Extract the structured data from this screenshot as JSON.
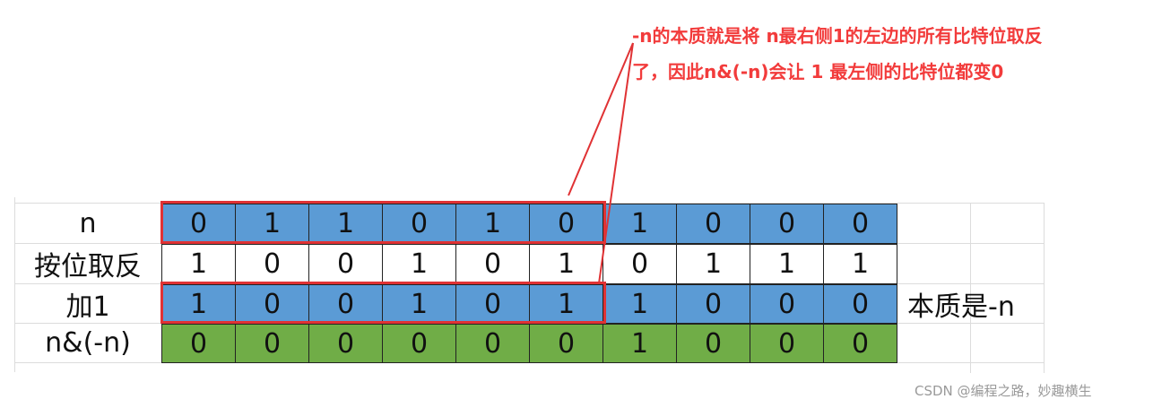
{
  "annotation": {
    "line1": "-n的本质就是将 n最右侧1的左边的所有比特位取反",
    "line2": "了，因此n&(-n)会让 1 最左侧的比特位都变0"
  },
  "rows": [
    {
      "label": "n",
      "bits": [
        "0",
        "1",
        "1",
        "0",
        "1",
        "0",
        "1",
        "0",
        "0",
        "0"
      ],
      "color": "#5b9bd5"
    },
    {
      "label": "按位取反",
      "bits": [
        "1",
        "0",
        "0",
        "1",
        "0",
        "1",
        "0",
        "1",
        "1",
        "1"
      ],
      "color": "#ffffff"
    },
    {
      "label": "加1",
      "bits": [
        "1",
        "0",
        "0",
        "1",
        "0",
        "1",
        "1",
        "0",
        "0",
        "0"
      ],
      "color": "#5b9bd5",
      "side_label": "本质是-n"
    },
    {
      "label": "n&(-n)",
      "bits": [
        "0",
        "0",
        "0",
        "0",
        "0",
        "0",
        "1",
        "0",
        "0",
        "0"
      ],
      "color": "#70ad47"
    }
  ],
  "highlight_color": "#e03234",
  "watermark": "CSDN @编程之路，妙趣横生"
}
